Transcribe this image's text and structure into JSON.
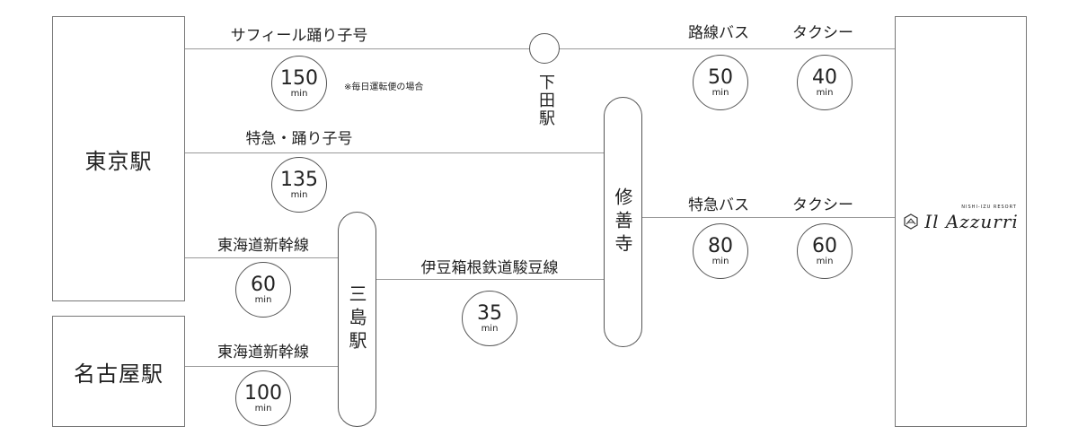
{
  "stations": {
    "tokyo": "東京駅",
    "nagoya": "名古屋駅",
    "shimoda": "下田駅",
    "shuzenji": "修善寺",
    "mishima": "三島駅"
  },
  "destination": {
    "name": "Il Azzurri",
    "subtitle": "NISHI-IZU RESORT"
  },
  "routes": {
    "saphir": {
      "label": "サフィール踊り子号",
      "minutes": "150",
      "note": "※毎日運転便の場合"
    },
    "odoriko": {
      "label": "特急・踊り子号",
      "minutes": "135"
    },
    "shinkansen_tokyo": {
      "label": "東海道新幹線",
      "minutes": "60"
    },
    "shinkansen_nagoya": {
      "label": "東海道新幹線",
      "minutes": "100"
    },
    "izuhakone": {
      "label": "伊豆箱根鉄道駿豆線",
      "minutes": "35"
    },
    "shimoda_bus": {
      "label": "路線バス",
      "minutes": "50"
    },
    "shimoda_taxi": {
      "label": "タクシー",
      "minutes": "40"
    },
    "shuzenji_bus": {
      "label": "特急バス",
      "minutes": "80"
    },
    "shuzenji_taxi": {
      "label": "タクシー",
      "minutes": "60"
    }
  },
  "unit": "min"
}
